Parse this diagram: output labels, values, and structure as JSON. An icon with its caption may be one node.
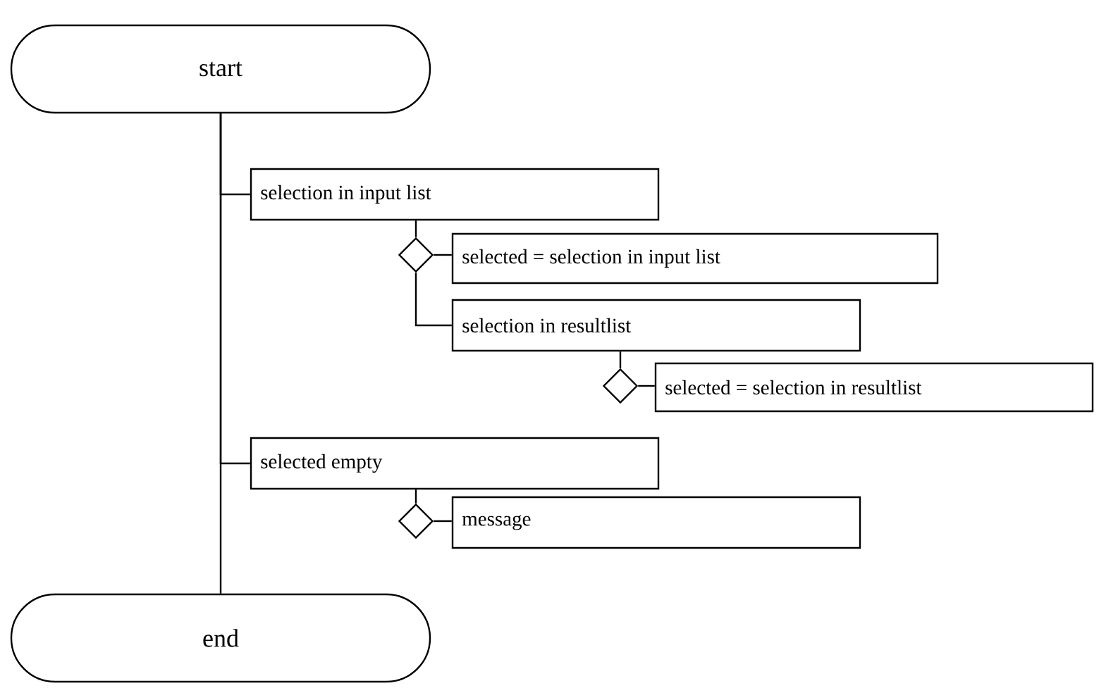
{
  "diagram": {
    "nodes": [
      {
        "text": [
          "start"
        ]
      },
      {
        "text": [
          "selection in input list"
        ]
      },
      {
        "text": [],
        "shape": "diamond"
      },
      {
        "text": [
          "selected = selection in input list"
        ]
      },
      {
        "text": [
          "selection in resultlist"
        ]
      },
      {
        "text": [],
        "shape": "diamond"
      },
      {
        "text": [
          "selected = selection in resultlist"
        ]
      },
      {
        "text": [
          "selected empty"
        ]
      },
      {
        "text": [],
        "shape": "diamond"
      },
      {
        "text": [
          "message"
        ]
      },
      {
        "text": [
          "end"
        ]
      }
    ],
    "edges": [
      {
        "from": 0,
        "to": 10,
        "arrow": "none"
      },
      {
        "from": 0,
        "to": 1,
        "arrow": "none"
      },
      {
        "from": 0,
        "to": 7,
        "arrow": "none"
      },
      {
        "from": 1,
        "to": 2,
        "arrow": "none"
      },
      {
        "from": 2,
        "to": 3,
        "arrow": "none"
      },
      {
        "from": 2,
        "to": 4,
        "arrow": "none"
      },
      {
        "from": 4,
        "to": 5,
        "arrow": "none"
      },
      {
        "from": 5,
        "to": 6,
        "arrow": "none"
      },
      {
        "from": 7,
        "to": 8,
        "arrow": "none"
      },
      {
        "from": 8,
        "to": 9,
        "arrow": "none"
      }
    ]
  }
}
